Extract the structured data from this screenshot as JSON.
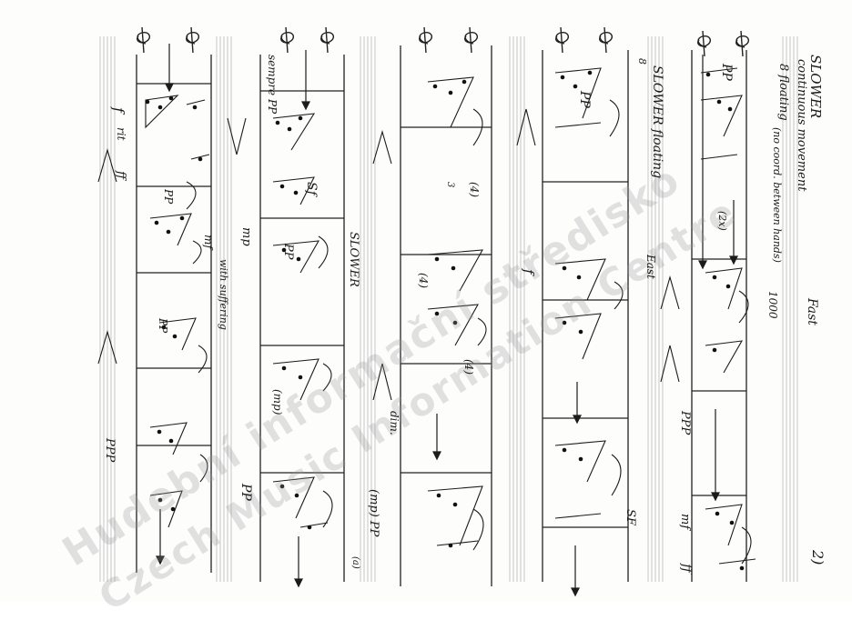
{
  "watermark": {
    "line1": "Hudební informační středisko",
    "line2": "Czech Music Information Centre"
  },
  "page_number": "2)",
  "tempo_fast": "Fast",
  "sys1": {
    "slower": "SLOWER",
    "continuous": "continuous movement",
    "floating": "8 floating",
    "coord": "(no coord. between hands)",
    "pp": "PP",
    "repeat": "(2x)",
    "dur1000": "1000",
    "ppp": "PPP",
    "mf": "mf",
    "ff": "ff"
  },
  "sys2": {
    "slower_floating": "SLOWER floating",
    "eight": "8",
    "pp": "PP",
    "east": "East",
    "f": "f",
    "sf": "SF"
  },
  "sys3": {
    "slower": "SLOWER",
    "paren4a": "(4)",
    "paren4b": "(4)",
    "paren4c": "(4)",
    "dim": "dim.",
    "mp_pp": "(mp) PP",
    "three": "3"
  },
  "sys4": {
    "sempre_pp": "sempre PP",
    "sf": "Sf",
    "mp": "mp",
    "mp2": "(mp)",
    "pp": "PP",
    "ppp": "PP",
    "a": "(a)"
  },
  "sys5": {
    "f": "f",
    "rit": "rit",
    "ff": "ff",
    "pp": "PP",
    "mf": "mf",
    "with_suffering": "with suffering",
    "pp2": "PP",
    "ppp": "PPP"
  }
}
